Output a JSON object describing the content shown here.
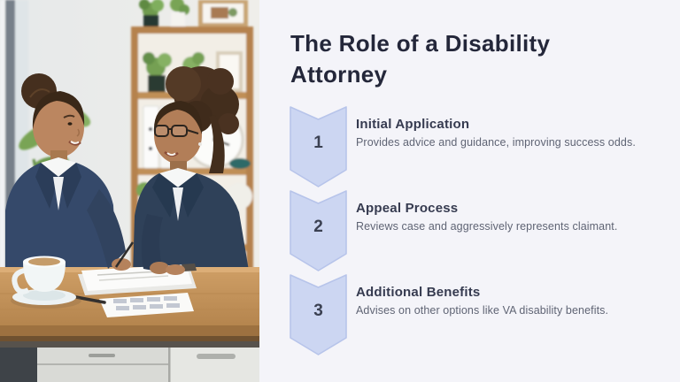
{
  "slide": {
    "title": "The Role of a Disability Attorney"
  },
  "photo": {
    "description": "Two smiling professional women in navy suits reviewing and signing documents at a wooden office desk, with a coffee cup, a green plant and a bookshelf holding binders, plants and a clock behind them"
  },
  "steps": [
    {
      "number": "1",
      "title": "Initial Application",
      "description": "Provides advice and guidance, improving success odds."
    },
    {
      "number": "2",
      "title": "Appeal Process",
      "description": "Reviews case and aggressively represents claimant."
    },
    {
      "number": "3",
      "title": "Additional Benefits",
      "description": "Advises on other options like VA disability benefits."
    }
  ],
  "colors": {
    "chevron_fill": "#ccd6f2",
    "chevron_border": "#b7c4ea",
    "title_text": "#24273a",
    "step_title_text": "#363b50",
    "step_desc_text": "#5f6474",
    "panel_bg": "#f4f4f9"
  }
}
